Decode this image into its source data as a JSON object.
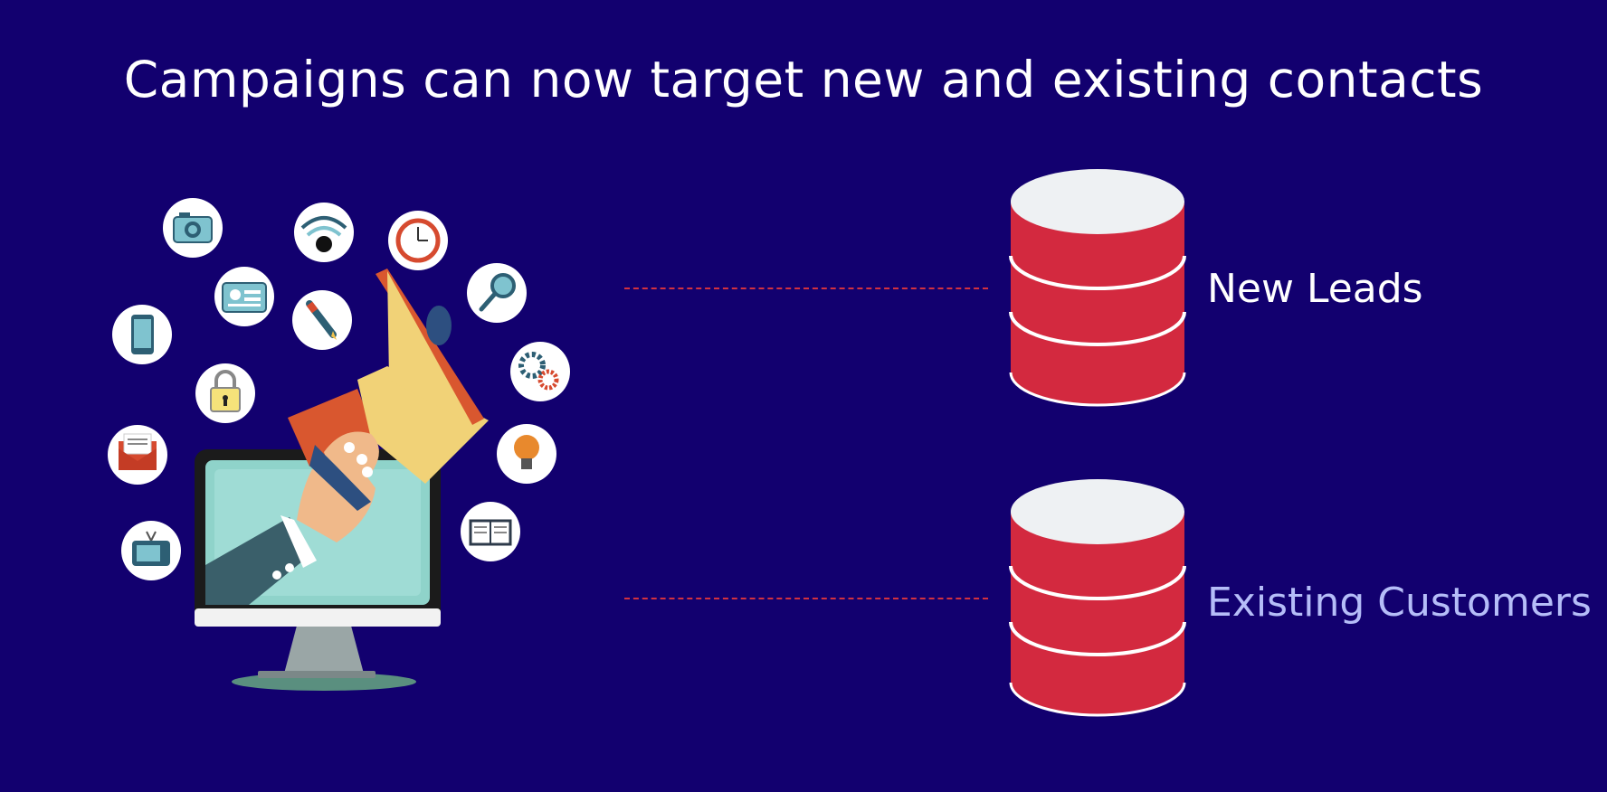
{
  "title": "Campaigns can now target new and existing contacts",
  "targets": [
    {
      "label": "New Leads",
      "color": "#ffffff"
    },
    {
      "label": "Existing Customers",
      "color": "#b5bdf8"
    }
  ],
  "colors": {
    "background": "#12006f",
    "database": "#d3293f",
    "database_top": "#eef1f3",
    "connector": "#d3313f"
  },
  "icons": [
    "camera-icon",
    "wifi-icon",
    "clock-icon",
    "id-card-icon",
    "pencil-icon",
    "magnifier-icon",
    "phone-icon",
    "gears-icon",
    "lock-icon",
    "mail-icon",
    "lightbulb-icon",
    "book-icon",
    "tv-icon",
    "megaphone-icon",
    "monitor-icon"
  ]
}
